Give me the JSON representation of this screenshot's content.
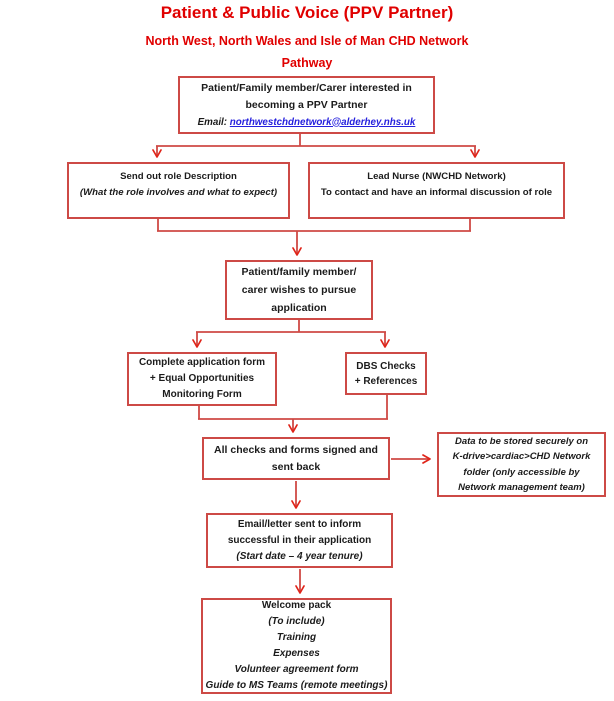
{
  "page": {
    "title": "Patient & Public Voice (PPV Partner)",
    "subtitle_line1": "North West, North Wales and Isle of Man CHD Network",
    "subtitle_line2": "Pathway"
  },
  "flowchart": {
    "interest": {
      "line1": "Patient/Family member/Carer interested in",
      "line2": "becoming a PPV Partner",
      "email_label": "Email:",
      "email_link": "northwestchdnetwork@alderhey.nhs.uk"
    },
    "role_description": {
      "line1": "Send out role Description",
      "line2": "(What the role involves and what to expect)"
    },
    "lead_nurse": {
      "line1": "Lead Nurse (NWCHD Network)",
      "line2": "To contact and have an informal discussion of role"
    },
    "pursue": {
      "line1": "Patient/family member/",
      "line2": "carer wishes to pursue",
      "line3": "application"
    },
    "application_form": {
      "line1": "Complete application form",
      "line2": "+ Equal Opportunities",
      "line3": "Monitoring Form"
    },
    "dbs": {
      "line1": "DBS Checks",
      "line2": "+ References"
    },
    "checks_signed": {
      "line1": "All checks and forms signed and",
      "line2": "sent back"
    },
    "data_storage": {
      "line1": "Data to be stored securely on",
      "line2": "K-drive>cardiac>CHD Network",
      "line3": "folder (only accessible by",
      "line4": "Network management team)"
    },
    "email_letter": {
      "line1": "Email/letter sent to inform",
      "line2": "successful in their application",
      "line3": "(Start date – 4 year tenure)"
    },
    "welcome_pack": {
      "line1": "Welcome pack",
      "line2": "(To include)",
      "line3": "Training",
      "line4": "Expenses",
      "line5": "Volunteer agreement form",
      "line6": "Guide to MS Teams (remote meetings)"
    }
  },
  "colors": {
    "title_red": "#e00000",
    "border_red": "#cd4a46",
    "line_red": "#cf4a45",
    "arrow_red": "#e02419",
    "link_blue": "#2621de",
    "text": "#1b1b1b"
  }
}
